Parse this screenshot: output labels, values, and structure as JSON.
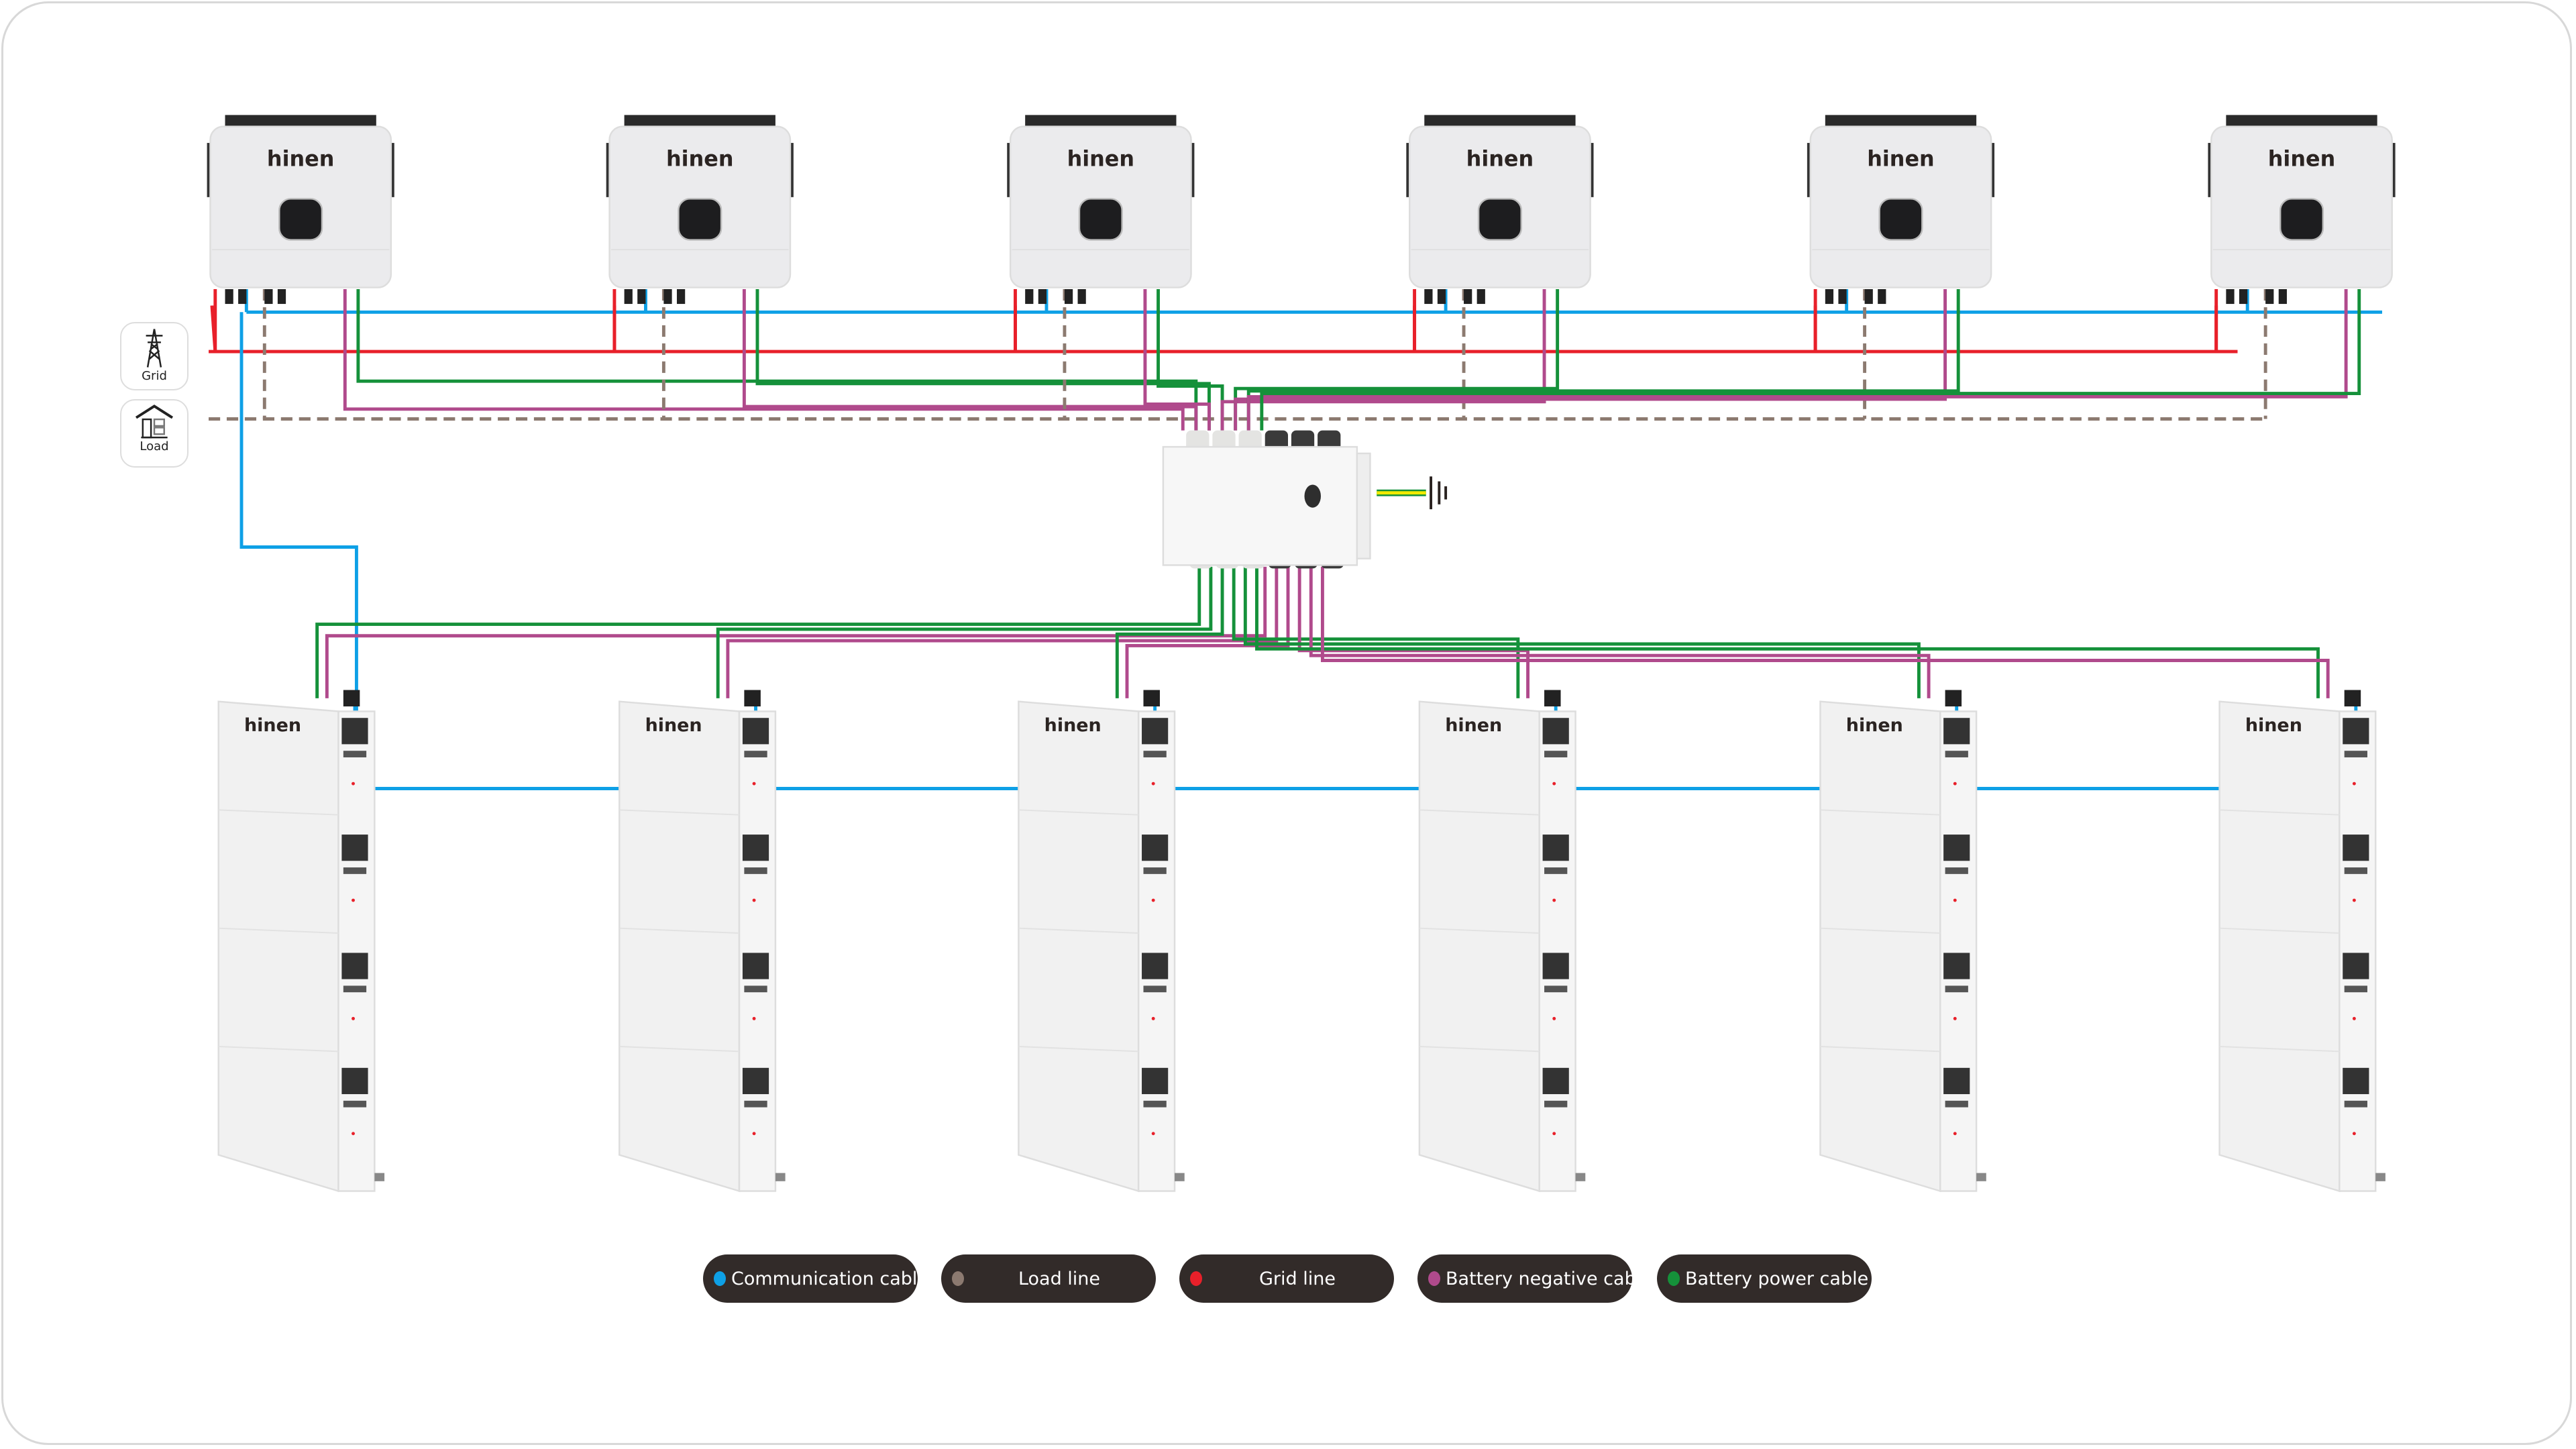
{
  "brand_logo": "hinen",
  "inverter_count": 6,
  "battery_count": 6,
  "sources": {
    "grid_label": "Grid",
    "load_label": "Load"
  },
  "colors": {
    "communication": "#0ea0e6",
    "load": "#8c7a70",
    "grid": "#e8202a",
    "battery_negative": "#b04a8c",
    "battery_power": "#15913a",
    "ground": "#f2ea00",
    "pill_bg": "#322b29"
  },
  "legend": [
    {
      "label": "Communication cable",
      "color": "#0ea0e6"
    },
    {
      "label": "Load line",
      "color": "#8c7a70"
    },
    {
      "label": "Grid line",
      "color": "#e8202a"
    },
    {
      "label": "Battery negative cable",
      "color": "#b04a8c"
    },
    {
      "label": "Battery power cable",
      "color": "#15913a"
    }
  ]
}
